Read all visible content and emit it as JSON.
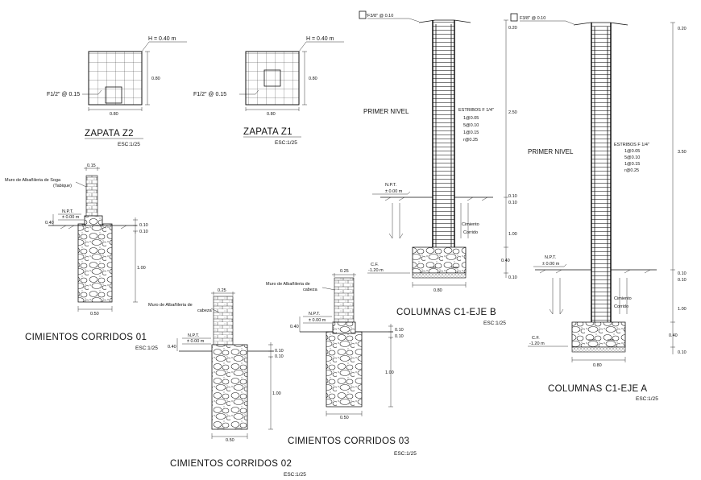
{
  "zapata_z2": {
    "title": "ZAPATA Z2",
    "scale": "ESC:1/25",
    "depth_label": "H = 0.40  m",
    "rebar_label": "F1/2\" @ 0.15",
    "width_dim": "0.80",
    "height_dim": "0.80"
  },
  "zapata_z1": {
    "title": "ZAPATA Z1",
    "scale": "ESC:1/25",
    "depth_label": "H = 0.40  m",
    "rebar_label": "F1/2\" @ 0.15",
    "width_dim": "0.80",
    "height_dim": "0.80"
  },
  "cimientos_01": {
    "title": "CIMIENTOS CORRIDOS 01",
    "scale": "ESC:1/25",
    "wall_label_1": "Muro de Albañileria de Soga",
    "wall_label_2": "(Tabique)",
    "npt_label": "N.P.T.",
    "npt_value": "± 0.00  m",
    "dims": {
      "top": "0.15",
      "h040": "0.40",
      "d1": "0.10",
      "d2": "0.10",
      "depth": "1.00",
      "base": "0.50"
    }
  },
  "cimientos_02": {
    "title": "CIMIENTOS CORRIDOS 02",
    "scale": "ESC:1/25",
    "wall_label_1": "Muro de Albañileria de",
    "wall_label_2": "cabeza",
    "npt_label": "N.P.T.",
    "npt_value": "± 0.00  m",
    "dims": {
      "top": "0.25",
      "h040": "0.40",
      "d1": "0.10",
      "d2": "0.10",
      "depth": "1.00",
      "base": "0.50"
    }
  },
  "cimientos_03": {
    "title": "CIMIENTOS CORRIDOS 03",
    "scale": "ESC:1/25",
    "wall_label_1": "Muro de Albañileria de",
    "wall_label_2": "cabeza",
    "npt_label": "N.P.T.",
    "npt_value": "± 0.00  m",
    "dims": {
      "top": "0.25",
      "h040": "0.40",
      "d1": "0.10",
      "d2": "0.10",
      "depth": "1.00",
      "base": "0.50"
    }
  },
  "columna_b": {
    "title": "COLUMNAS C1-EJE B",
    "scale": "ESC:1/25",
    "top_rebar": "F3/8\" @ 0.10",
    "level": "PRIMER NIVEL",
    "stirrups": [
      "ESTRIBOS F 1/4\"",
      "1@0.05",
      "5@0.10",
      "1@0.15",
      "r@0.25"
    ],
    "npt_label": "N.P.T.",
    "npt_value": "± 0.00  m",
    "cf_label": "C.F.",
    "cf_value": "-1.20  m",
    "footing_label_1": "Cimiento",
    "footing_label_2": "Corrido",
    "dims": {
      "top": "0.20",
      "height": "2.50",
      "d1": "0.10",
      "d2": "0.10",
      "depth": "1.00",
      "h040": "0.40",
      "bottom": "0.10",
      "base": "0.80"
    }
  },
  "columna_a": {
    "title": "COLUMNAS C1-EJE A",
    "scale": "ESC:1/25",
    "top_rebar": "F3/8\" @ 0.10",
    "level": "PRIMER NIVEL",
    "stirrups": [
      "ESTRIBOS F 1/4\"",
      "1@0.05",
      "5@0.10",
      "1@0.15",
      "r@0.25"
    ],
    "npt_label": "N.P.T.",
    "npt_value": "± 0.00  m",
    "cf_label": "C.F.",
    "cf_value": "-1.20  m",
    "footing_label_1": "Cimiento",
    "footing_label_2": "Corrido",
    "dims": {
      "top": "0.20",
      "height": "3.50",
      "d1": "0.10",
      "d2": "0.10",
      "depth": "1.00",
      "h040": "0.40",
      "bottom": "0.10",
      "base": "0.80"
    }
  }
}
